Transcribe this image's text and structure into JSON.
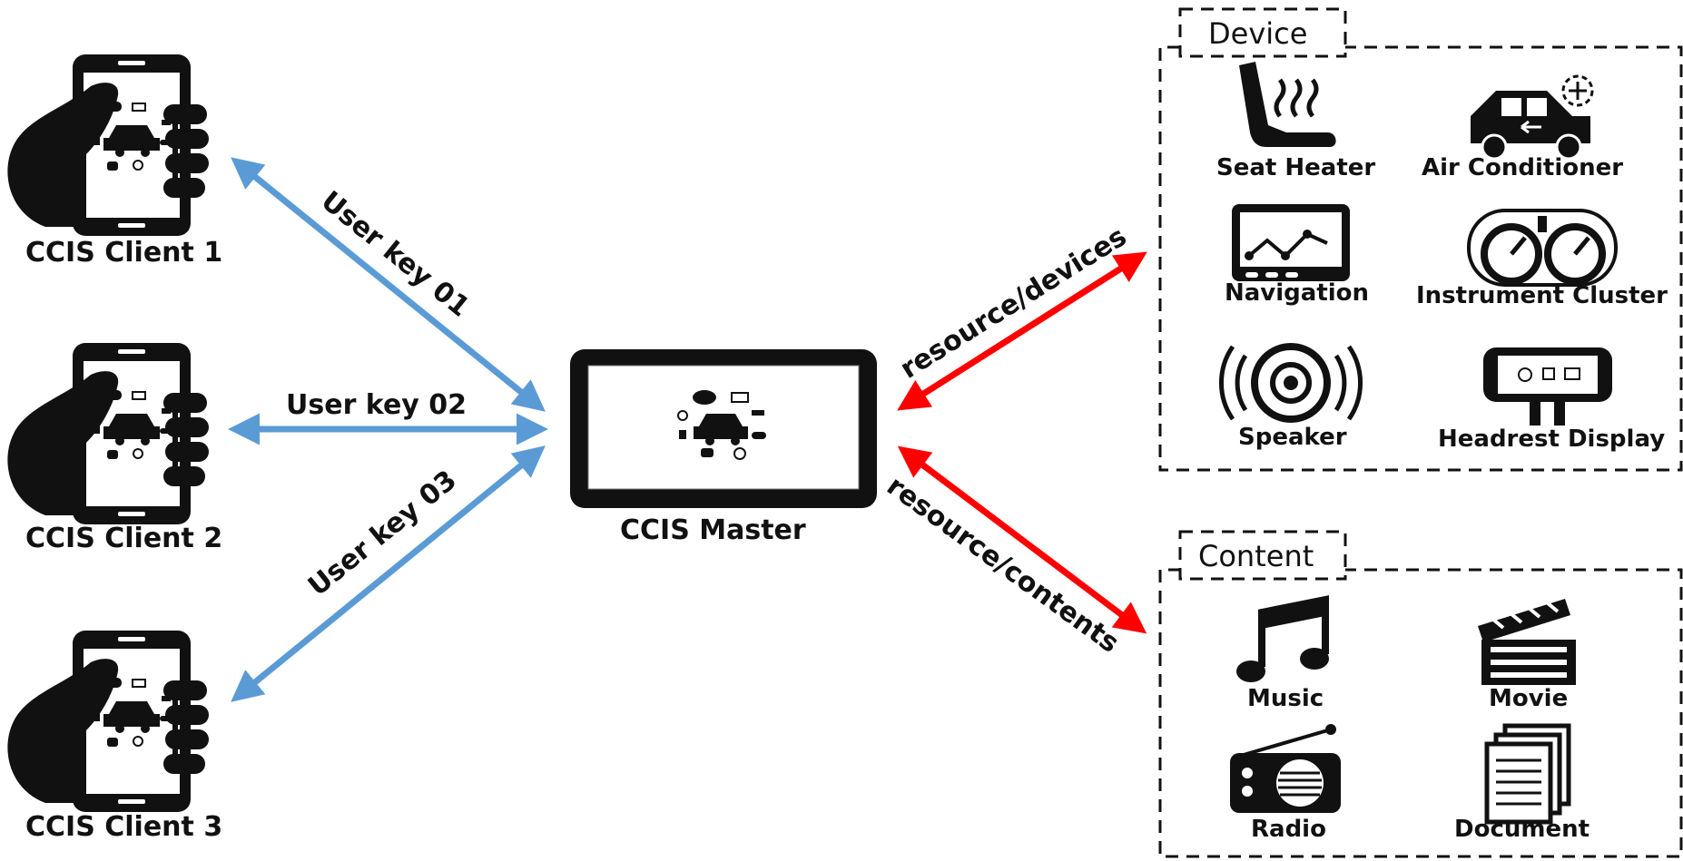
{
  "clients": [
    {
      "label": "CCIS Client 1"
    },
    {
      "label": "CCIS Client 2"
    },
    {
      "label": "CCIS Client 3"
    }
  ],
  "master": {
    "label": "CCIS Master"
  },
  "connections": {
    "key1": "User key 01",
    "key2": "User key 02",
    "key3": "User key 03",
    "devices": "resource/devices",
    "contents": "resource/contents"
  },
  "device_box": {
    "title": "Device",
    "items": [
      {
        "label": "Seat Heater",
        "icon": "seat-heater-icon"
      },
      {
        "label": "Air Conditioner",
        "icon": "air-conditioner-icon"
      },
      {
        "label": "Navigation",
        "icon": "navigation-icon"
      },
      {
        "label": "Instrument Cluster",
        "icon": "instrument-cluster-icon"
      },
      {
        "label": "Speaker",
        "icon": "speaker-icon"
      },
      {
        "label": "Headrest Display",
        "icon": "headrest-display-icon"
      }
    ]
  },
  "content_box": {
    "title": "Content",
    "items": [
      {
        "label": "Music",
        "icon": "music-icon"
      },
      {
        "label": "Movie",
        "icon": "movie-icon"
      },
      {
        "label": "Radio",
        "icon": "radio-icon"
      },
      {
        "label": "Document",
        "icon": "document-icon"
      }
    ]
  },
  "colors": {
    "user_key_arrow": "#5b9bd5",
    "resource_arrow": "#ff0000",
    "ink": "#111111"
  }
}
